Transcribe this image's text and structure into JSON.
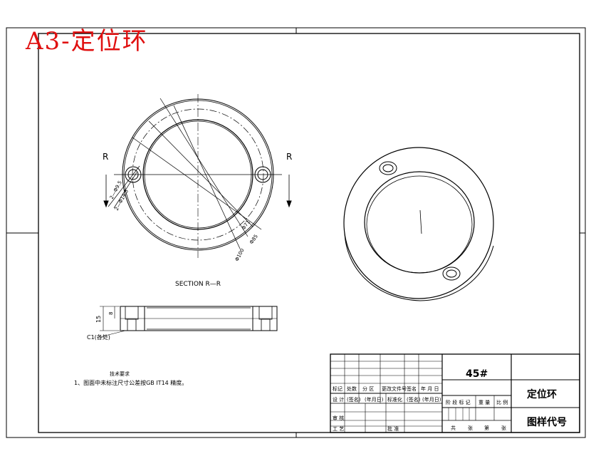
{
  "drawing": {
    "sheet_label": "A3-定位环",
    "section_marker": "R",
    "section_title": "SECTION R—R",
    "dimensions": {
      "hole_dia": "2—Φ9.5",
      "hole_depth": "2—Φ14.5",
      "d1": "Φ71",
      "d2": "Φ85",
      "d3": "Φ100",
      "height": "15",
      "depth": "8",
      "chamfer": "C1(各处)"
    },
    "notes": {
      "title": "技术要求",
      "line1": "1、图面中未标注尺寸公差按GB IT14 精度。"
    }
  },
  "title_block": {
    "material": "45#",
    "part_name": "定位环",
    "drawing_number": "图样代号",
    "row_labels": [
      "标记",
      "处数",
      "分 区",
      "更改文件号",
      "签名",
      "年 月 日"
    ],
    "sign_row": [
      "设 计",
      "(签名)",
      "(年月日)",
      "标准化",
      "(签名)",
      "(年月日)"
    ],
    "review": "审 核",
    "process": "工 艺",
    "approve": "批 准",
    "stage_labels": [
      "阶 段 标 记",
      "重 量",
      "比 例"
    ],
    "sheet_info": [
      "共",
      "张",
      "第",
      "张"
    ]
  }
}
